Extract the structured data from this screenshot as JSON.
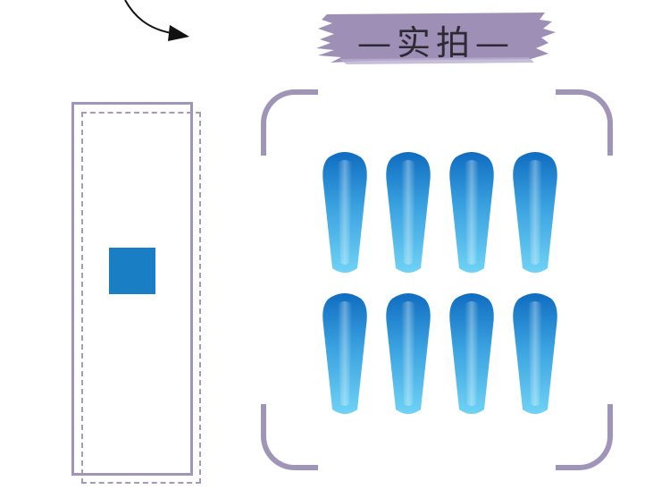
{
  "banner": {
    "title": "—实拍—"
  },
  "colors": {
    "frame": "#a095b8",
    "banner_paint": "#9d8fb5",
    "swatch": "#1a7ec5",
    "nail_tip": "#0f6cc0",
    "nail_mid": "#3aa2e0",
    "nail_base": "#6fd2f5"
  },
  "icons": {
    "arrow": "curved-arrow-icon"
  },
  "nails": {
    "rows": 2,
    "per_row": 4
  }
}
